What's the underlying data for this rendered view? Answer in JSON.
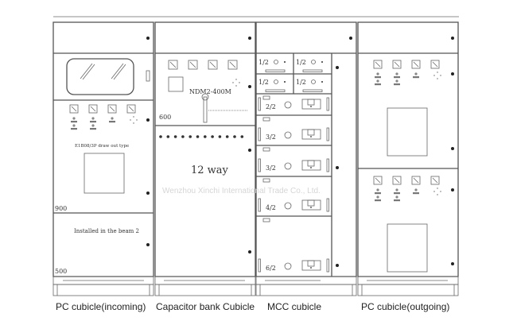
{
  "diagram": {
    "watermark": "Wenzhou Xinchi International Trade Co., Ltd.",
    "cubicles": [
      {
        "caption": "PC cubicle(incoming)",
        "breaker_label": "E1B08/3P draw out type",
        "section_height_1": "900",
        "beam_note": "Installed in the beam 2",
        "section_height_2": "500"
      },
      {
        "caption": "Capacitor bank Cubicle",
        "switch_model": "NDM2-400M",
        "section_height": "600",
        "steps_label": "12 way"
      },
      {
        "caption": "MCC cubicle",
        "drawer_labels": [
          "1/2",
          "1/2",
          "1/2",
          "1/2",
          "2/2",
          "3/2",
          "3/2",
          "4/2",
          "6/2"
        ]
      },
      {
        "caption": "PC cubicle(outgoing)"
      }
    ]
  }
}
